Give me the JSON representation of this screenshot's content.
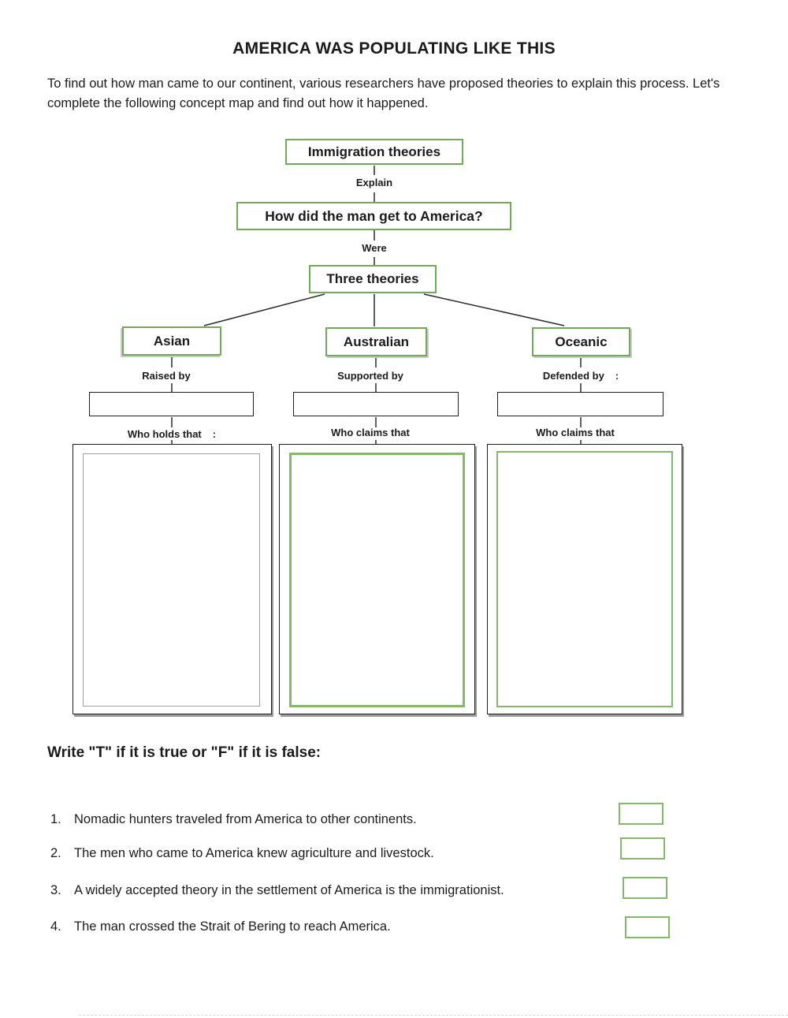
{
  "page": {
    "title": "AMERICA WAS POPULATING LIKE THIS",
    "intro": "To find out how man came to our continent, various researchers have proposed theories to explain this process. Let's complete the following concept map and find out how it happened."
  },
  "concept_map": {
    "root_label": "Immigration theories",
    "connector_top_label": "Explain",
    "question_label": "How did the man get to America?",
    "connector_mid_label": "Were",
    "theories_label": "Three theories",
    "branches": [
      {
        "name": "Asian",
        "by_label": "Raised by",
        "by_suffix": "",
        "claim_label": "Who holds that",
        "claim_suffix": ":"
      },
      {
        "name": "Australian",
        "by_label": "Supported by",
        "by_suffix": "",
        "claim_label": "Who claims that",
        "claim_suffix": ""
      },
      {
        "name": "Oceanic",
        "by_label": "Defended by",
        "by_suffix": ":",
        "claim_label": "Who claims that",
        "claim_suffix": ""
      }
    ]
  },
  "answers": {
    "raised_by_value": "",
    "supported_by_value": "",
    "defended_by_value": "",
    "tf_values": [
      "",
      "",
      "",
      ""
    ]
  },
  "true_false": {
    "heading": "Write \"T\" if it is true or \"F\" if it is false:",
    "items": [
      {
        "number": "1.",
        "text": "Nomadic hunters traveled from America to other continents."
      },
      {
        "number": "2.",
        "text": "The men who came to America knew agriculture and livestock."
      },
      {
        "number": "3.",
        "text": "A widely accepted theory in the settlement of America is the immigrationist."
      },
      {
        "number": "4.",
        "text": "The man crossed the Strait of Bering to reach America."
      }
    ]
  },
  "colors": {
    "concept_box_border": "#74a85a",
    "light_green_border": "#85b86b",
    "outline_ink": "#1f1f1f",
    "text_ink": "#1b1b1b"
  }
}
